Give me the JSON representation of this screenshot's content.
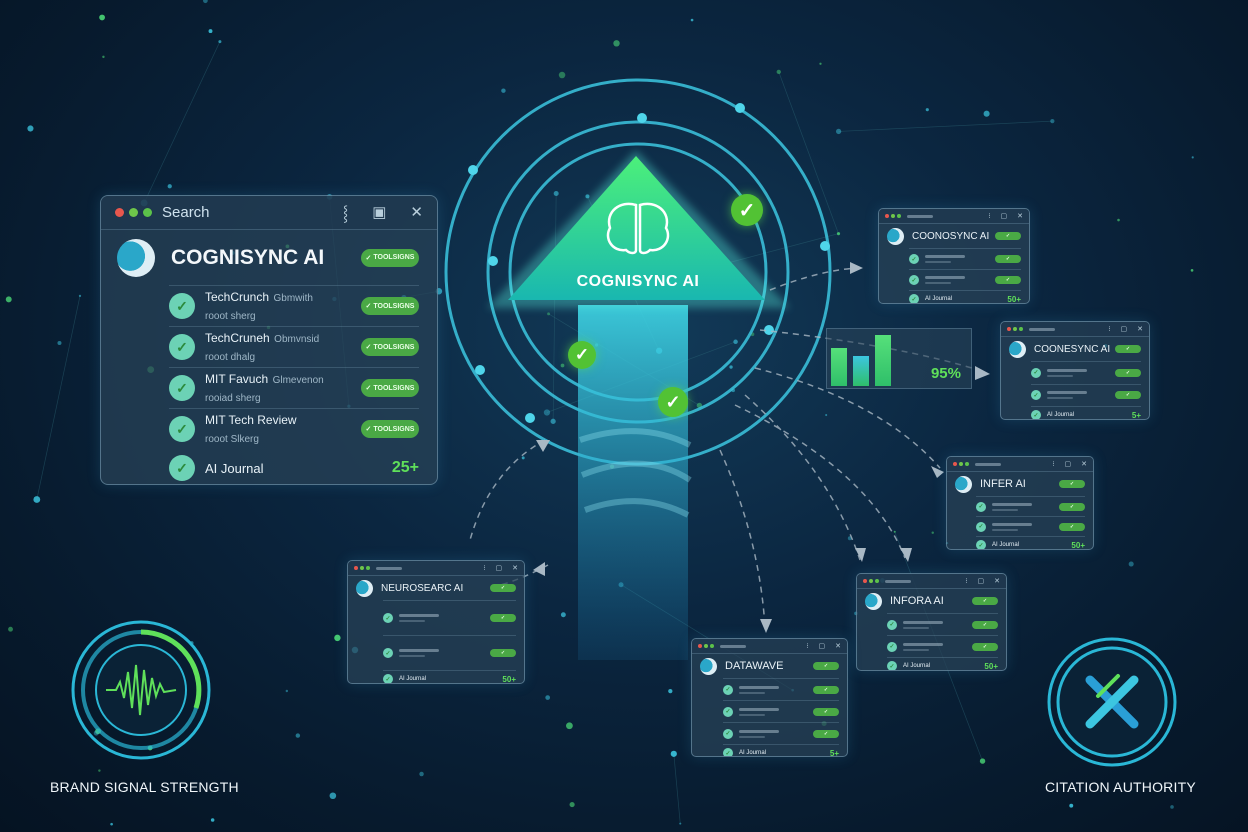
{
  "colors": {
    "accent_cyan": "#3cc6e0",
    "accent_green": "#52c234",
    "background": "#0b2640"
  },
  "main_panel": {
    "title": "Search",
    "brand": "COGNISYNC AI",
    "brand_badge": "TOOLSIGNS",
    "rows": [
      {
        "title": "TechCrunch",
        "extra": "Gbmwith",
        "sub": "rooot sherg",
        "badge": "TOOLSIGNS"
      },
      {
        "title": "TechCruneh",
        "extra": "Obmvnsid",
        "sub": "rooot dhalg",
        "badge": "TOOLSIGNS"
      },
      {
        "title": "MIT Favuch",
        "extra": "Glmevenon",
        "sub": "rooiad sherg",
        "badge": "TOOLSIGNS"
      },
      {
        "title": "MIT Tech Review",
        "extra": "",
        "sub": "rooot Slkerg",
        "badge": "TOOLSIGNS"
      }
    ],
    "last_row": {
      "title": "AI Journal",
      "count": "25+"
    }
  },
  "hero": {
    "label": "COGNISYNC AI",
    "icon": "brain-icon"
  },
  "bar_widget": {
    "value_label": "95%",
    "bars": [
      0.7,
      0.55,
      0.95
    ]
  },
  "cards": [
    {
      "id": "a",
      "brand": "COONOSYNC AI",
      "last": "AI Journal",
      "count": "50+"
    },
    {
      "id": "b",
      "brand": "COONESYNC AI",
      "last": "AI Journal",
      "count": "5+"
    },
    {
      "id": "c",
      "brand": "INFER AI",
      "last": "AI Journal",
      "count": "50+"
    },
    {
      "id": "d",
      "brand": "INFORA AI",
      "last": "AI Journal",
      "count": "50+"
    },
    {
      "id": "e",
      "brand": "DATAWAVE",
      "last": "AI Journal",
      "count": "5+"
    },
    {
      "id": "f",
      "brand": "NEUROSEARC AI",
      "last": "AI Journal",
      "count": "50+"
    }
  ],
  "bottom_left": {
    "label": "BRAND SIGNAL STRENGTH",
    "icon": "waveform-icon"
  },
  "bottom_right": {
    "label": "CITATION AUTHORITY",
    "icon": "link-x-icon"
  }
}
